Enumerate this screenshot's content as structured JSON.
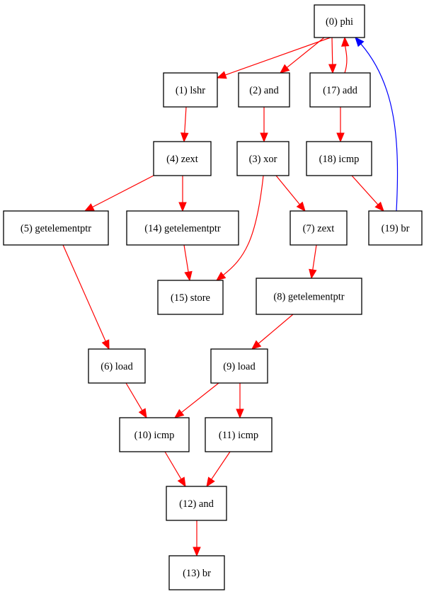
{
  "graph": {
    "nodes": [
      {
        "id": "0",
        "label": "(0) phi"
      },
      {
        "id": "1",
        "label": "(1) lshr"
      },
      {
        "id": "2",
        "label": "(2) and"
      },
      {
        "id": "17",
        "label": "(17) add"
      },
      {
        "id": "4",
        "label": "(4) zext"
      },
      {
        "id": "3",
        "label": "(3) xor"
      },
      {
        "id": "18",
        "label": "(18) icmp"
      },
      {
        "id": "5",
        "label": "(5) getelementptr"
      },
      {
        "id": "14",
        "label": "(14) getelementptr"
      },
      {
        "id": "7",
        "label": "(7) zext"
      },
      {
        "id": "19",
        "label": "(19) br"
      },
      {
        "id": "15",
        "label": "(15) store"
      },
      {
        "id": "8",
        "label": "(8) getelementptr"
      },
      {
        "id": "6",
        "label": "(6) load"
      },
      {
        "id": "9",
        "label": "(9) load"
      },
      {
        "id": "10",
        "label": "(10) icmp"
      },
      {
        "id": "11",
        "label": "(11) icmp"
      },
      {
        "id": "12",
        "label": "(12) and"
      },
      {
        "id": "13",
        "label": "(13) br"
      }
    ],
    "edges": [
      {
        "from": "0",
        "to": "1",
        "color": "#ff0000"
      },
      {
        "from": "0",
        "to": "2",
        "color": "#ff0000"
      },
      {
        "from": "0",
        "to": "17",
        "color": "#ff0000"
      },
      {
        "from": "17",
        "to": "0",
        "color": "#ff0000"
      },
      {
        "from": "1",
        "to": "4",
        "color": "#ff0000"
      },
      {
        "from": "2",
        "to": "3",
        "color": "#ff0000"
      },
      {
        "from": "17",
        "to": "18",
        "color": "#ff0000"
      },
      {
        "from": "4",
        "to": "5",
        "color": "#ff0000"
      },
      {
        "from": "4",
        "to": "14",
        "color": "#ff0000"
      },
      {
        "from": "3",
        "to": "7",
        "color": "#ff0000"
      },
      {
        "from": "3",
        "to": "15",
        "color": "#ff0000"
      },
      {
        "from": "18",
        "to": "19",
        "color": "#ff0000"
      },
      {
        "from": "19",
        "to": "0",
        "color": "#0000ff"
      },
      {
        "from": "14",
        "to": "15",
        "color": "#ff0000"
      },
      {
        "from": "7",
        "to": "8",
        "color": "#ff0000"
      },
      {
        "from": "5",
        "to": "6",
        "color": "#ff0000"
      },
      {
        "from": "8",
        "to": "9",
        "color": "#ff0000"
      },
      {
        "from": "6",
        "to": "10",
        "color": "#ff0000"
      },
      {
        "from": "9",
        "to": "10",
        "color": "#ff0000"
      },
      {
        "from": "9",
        "to": "11",
        "color": "#ff0000"
      },
      {
        "from": "10",
        "to": "12",
        "color": "#ff0000"
      },
      {
        "from": "11",
        "to": "12",
        "color": "#ff0000"
      },
      {
        "from": "12",
        "to": "13",
        "color": "#ff0000"
      }
    ]
  }
}
